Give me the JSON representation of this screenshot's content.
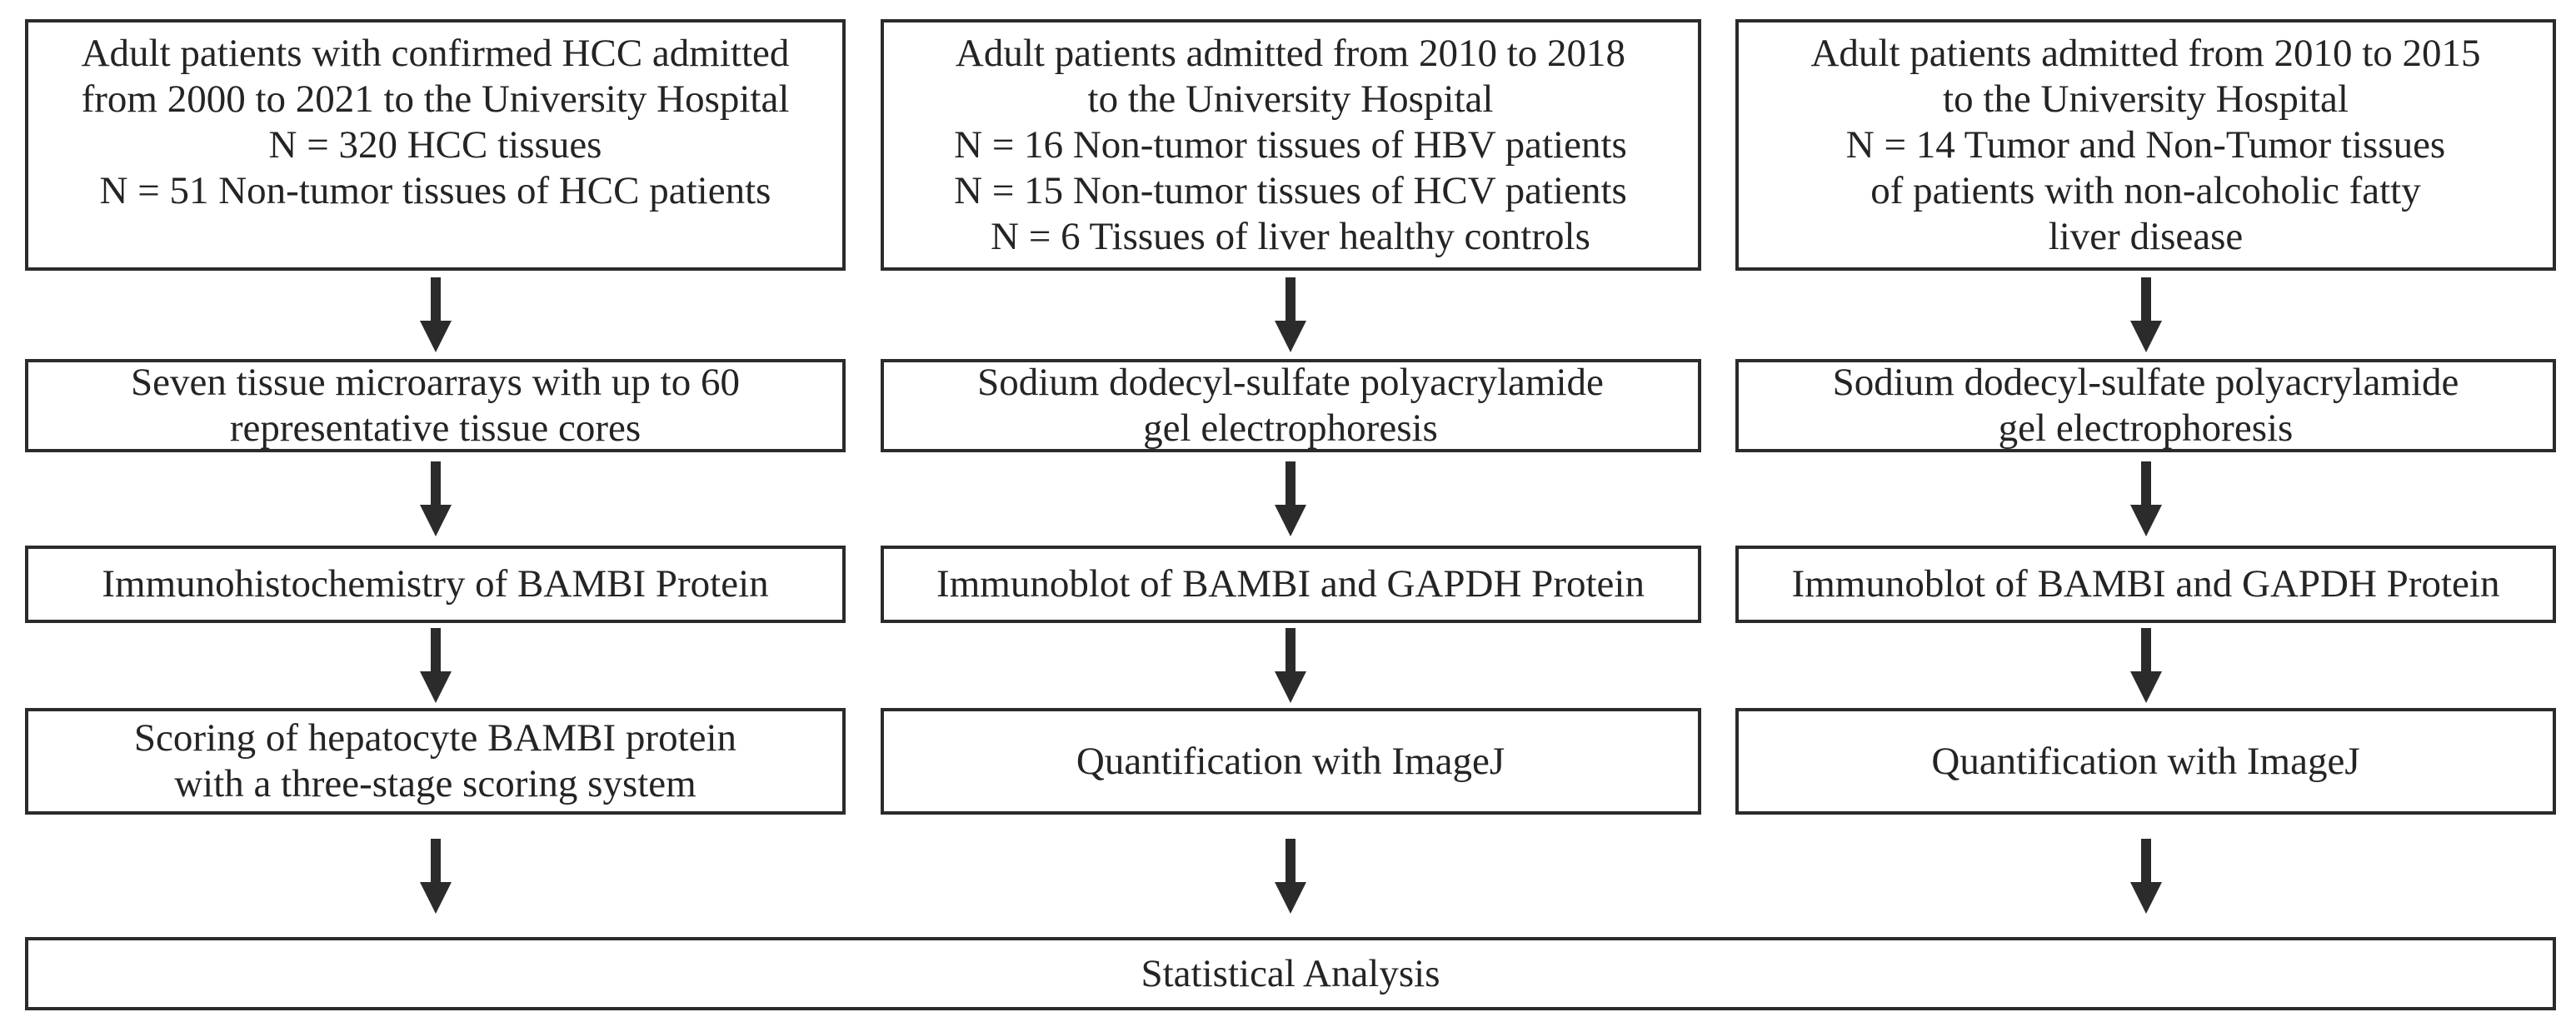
{
  "colors": {
    "background": "#ffffff",
    "border": "#2b2b2b",
    "text": "#242424",
    "arrow": "#2b2b2b"
  },
  "columns": [
    {
      "name": "immunohistochemistry-workflow",
      "boxes": [
        {
          "lines": [
            "Adult patients with confirmed HCC admitted",
            "from 2000 to 2021 to the University Hospital",
            "N = 320 HCC tissues",
            "N = 51 Non-tumor tissues of HCC patients"
          ]
        },
        {
          "lines": [
            "Seven tissue microarrays with up to 60",
            "representative tissue cores"
          ]
        },
        {
          "lines": [
            "Immunohistochemistry of BAMBI Protein"
          ]
        },
        {
          "lines": [
            "Scoring of hepatocyte BAMBI protein",
            "with a three-stage scoring system"
          ]
        }
      ]
    },
    {
      "name": "immunoblot-hbv-hcv-workflow",
      "boxes": [
        {
          "lines": [
            "Adult patients admitted from 2010 to 2018",
            "to the University Hospital",
            "N = 16 Non-tumor tissues of HBV patients",
            "N = 15 Non-tumor tissues of HCV patients",
            "N = 6 Tissues of liver healthy controls"
          ]
        },
        {
          "lines": [
            "Sodium dodecyl-sulfate polyacrylamide",
            "gel electrophoresis"
          ]
        },
        {
          "lines": [
            "Immunoblot of BAMBI and GAPDH Protein"
          ]
        },
        {
          "lines": [
            "Quantification with ImageJ"
          ]
        }
      ]
    },
    {
      "name": "immunoblot-nafld-workflow",
      "boxes": [
        {
          "lines": [
            "Adult patients admitted from 2010 to 2015",
            "to the University Hospital",
            "N = 14 Tumor and Non-Tumor tissues",
            "of patients with non-alcoholic fatty",
            "liver disease"
          ]
        },
        {
          "lines": [
            "Sodium dodecyl-sulfate polyacrylamide",
            "gel electrophoresis"
          ]
        },
        {
          "lines": [
            "Immunoblot of BAMBI and GAPDH Protein"
          ]
        },
        {
          "lines": [
            "Quantification with ImageJ"
          ]
        }
      ]
    }
  ],
  "final_box": {
    "label": "Statistical Analysis"
  }
}
